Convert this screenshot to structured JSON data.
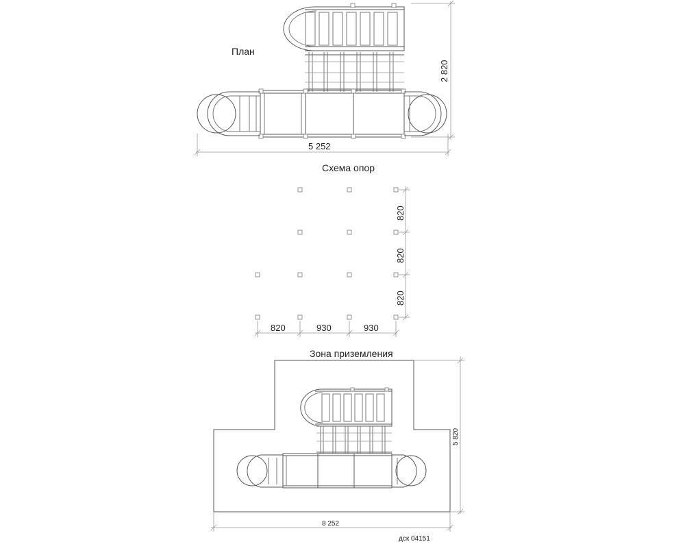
{
  "sections": {
    "plan": {
      "title": "План",
      "width_dim": "5 252",
      "height_dim": "2 820"
    },
    "supports": {
      "title": "Схема опор",
      "h_dims": [
        "820",
        "930",
        "930"
      ],
      "v_dims": [
        "820",
        "820",
        "820"
      ]
    },
    "ground": {
      "title": "Зона приземления",
      "width_dim": "8 252",
      "height_dim": "5 820"
    }
  },
  "footer": {
    "code": "дск 04151"
  }
}
